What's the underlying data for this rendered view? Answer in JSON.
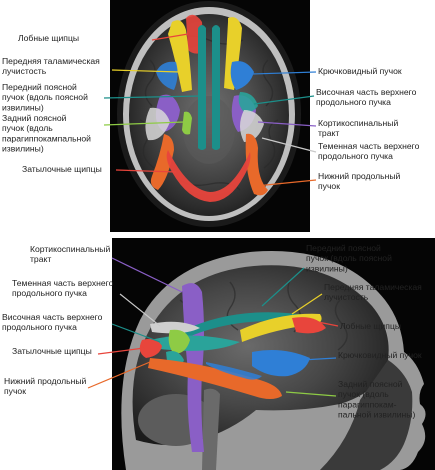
{
  "top_panel": {
    "labels": [
      {
        "id": "frontal-forceps",
        "lines": [
          "Лобные щипцы"
        ],
        "color": "#e8453c"
      },
      {
        "id": "anterior-thalamic-radiation",
        "lines": [
          "Передняя таламическая",
          "лучистость"
        ],
        "color": "#e8d02a"
      },
      {
        "id": "cingulum-cingulate",
        "lines": [
          "Передний поясной",
          "пучок (вдоль поясной",
          "извилины)"
        ],
        "color": "#1c8f8a"
      },
      {
        "id": "cingulum-hippocampal",
        "lines": [
          "Задний поясной",
          "пучок (вдоль",
          "парагиппокампальной",
          "извилины)"
        ],
        "color": "#8ecb45"
      },
      {
        "id": "occipital-forceps",
        "lines": [
          "Затылочные щипцы"
        ],
        "color": "#e8453c"
      },
      {
        "id": "uncinate",
        "lines": [
          "Крючковидный пучок"
        ],
        "color": "#2f7fd6"
      },
      {
        "id": "slf-temporal",
        "lines": [
          "Височная часть верхнего",
          "продольного пучка"
        ],
        "color": "#1c8f8a"
      },
      {
        "id": "corticospinal",
        "lines": [
          "Кортикоспинальный",
          "тракт"
        ],
        "color": "#8a5fc6"
      },
      {
        "id": "slf-parietal",
        "lines": [
          "Теменная часть верхнего",
          "продольного пучка"
        ],
        "color": "#c9c9c9"
      },
      {
        "id": "ilf",
        "lines": [
          "Нижний продольный",
          "пучок"
        ],
        "color": "#e8692a"
      }
    ]
  },
  "bottom_panel": {
    "labels": [
      {
        "id": "corticospinal",
        "lines": [
          "Кортикоспинальный",
          "тракт"
        ],
        "color": "#8a5fc6"
      },
      {
        "id": "slf-parietal",
        "lines": [
          "Теменная часть верхнего",
          "продольного пучка"
        ],
        "color": "#c9c9c9"
      },
      {
        "id": "slf-temporal",
        "lines": [
          "Височная часть верхнего",
          "продольного пучка"
        ],
        "color": "#1c8f8a"
      },
      {
        "id": "occipital-forceps",
        "lines": [
          "Затылочные щипцы"
        ],
        "color": "#e8453c"
      },
      {
        "id": "ilf",
        "lines": [
          "Нижний продольный",
          "пучок"
        ],
        "color": "#e8692a"
      },
      {
        "id": "cingulum-cingulate",
        "lines": [
          "Передний поясной",
          "пучок (вдоль поясной",
          "извилины)"
        ],
        "color": "#1c8f8a"
      },
      {
        "id": "anterior-thalamic-radiation",
        "lines": [
          "Передняя таламическая",
          "лучистость"
        ],
        "color": "#e8d02a"
      },
      {
        "id": "frontal-forceps",
        "lines": [
          "Лобные щипцы"
        ],
        "color": "#e8453c"
      },
      {
        "id": "uncinate",
        "lines": [
          "Крючковидный пучок"
        ],
        "color": "#2f7fd6"
      },
      {
        "id": "cingulum-hippocampal",
        "lines": [
          "Задний поясной",
          "пучок (вдоль",
          "парагиппокам-",
          "пальной извилины)"
        ],
        "color": "#8ecb45"
      }
    ]
  }
}
